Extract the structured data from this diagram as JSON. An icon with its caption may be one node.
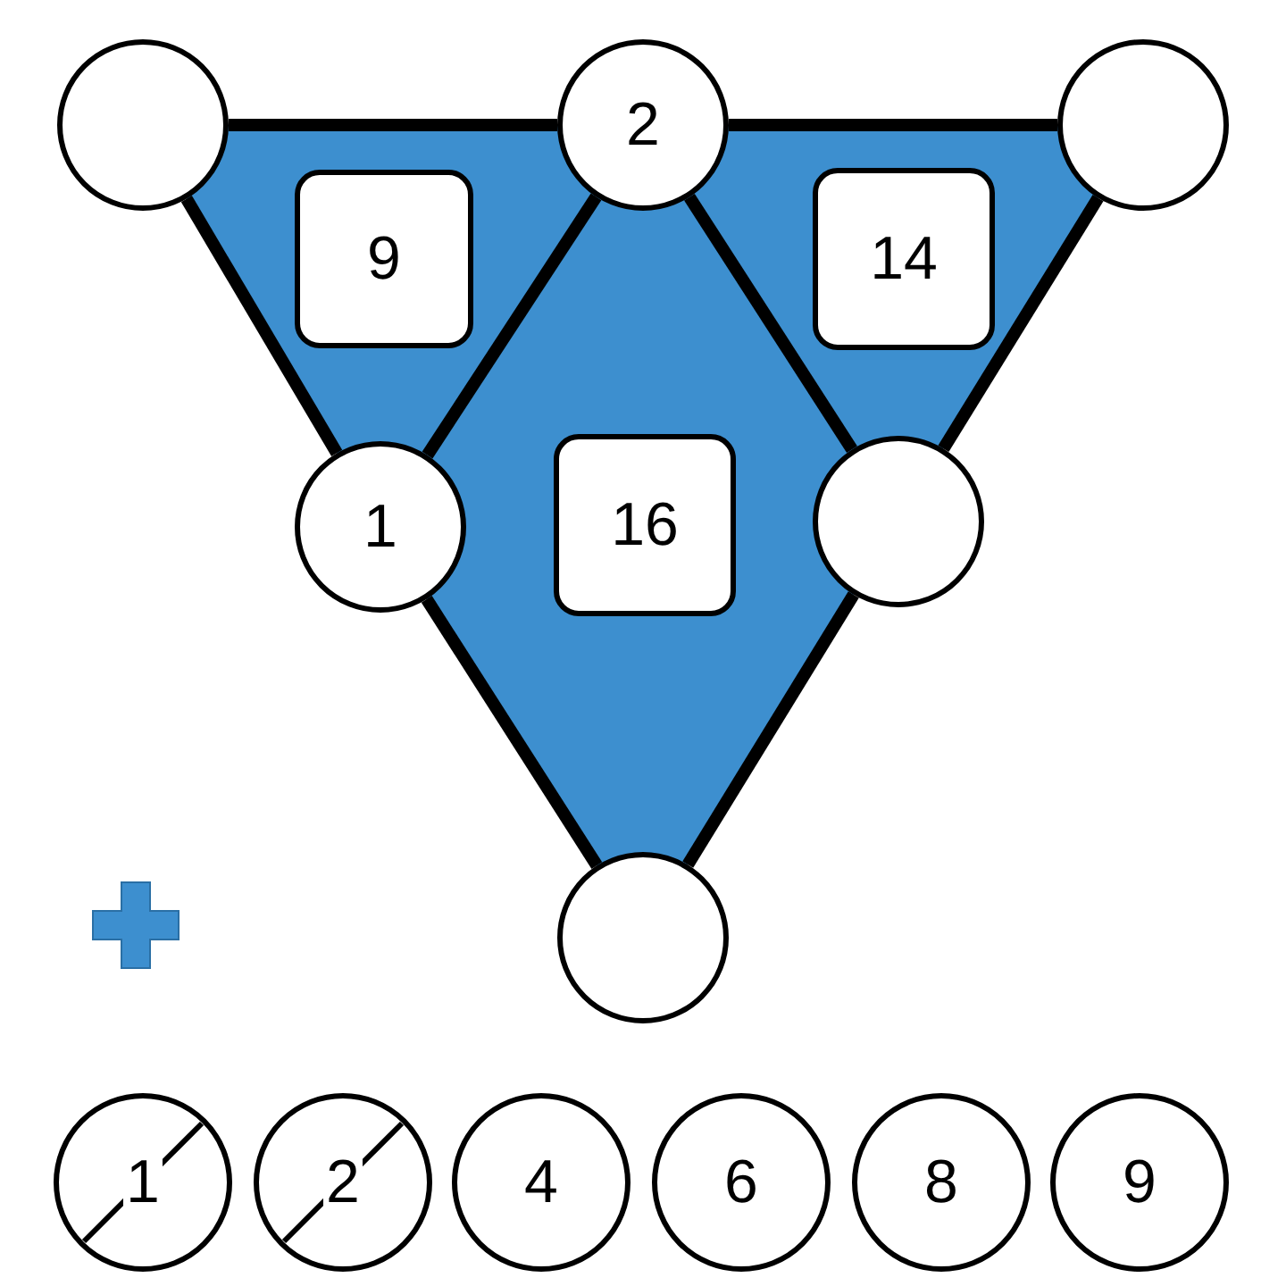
{
  "diagram": {
    "nodes": [
      {
        "text": [],
        "shape": "circle"
      },
      {
        "text": [
          "2"
        ]
      },
      {
        "text": [],
        "shape": "circle"
      },
      {
        "text": [
          "9"
        ]
      },
      {
        "text": [
          "14"
        ]
      },
      {
        "text": [
          "1"
        ]
      },
      {
        "text": [
          "16"
        ]
      },
      {
        "text": [],
        "shape": "circle"
      },
      {
        "text": [],
        "shape": "circle"
      },
      {
        "text": [
          "1"
        ]
      },
      {
        "text": [
          "2"
        ]
      },
      {
        "text": [
          "4"
        ]
      },
      {
        "text": [
          "6"
        ]
      },
      {
        "text": [
          "8"
        ]
      },
      {
        "text": [
          "9"
        ]
      }
    ],
    "edges": [
      {
        "from": 0,
        "to": 1,
        "arrow": "none"
      },
      {
        "from": 1,
        "to": 2,
        "arrow": "none"
      },
      {
        "from": 0,
        "to": 5,
        "arrow": "none"
      },
      {
        "from": 1,
        "to": 5,
        "arrow": "none"
      },
      {
        "from": 1,
        "to": 7,
        "arrow": "none"
      },
      {
        "from": 2,
        "to": 7,
        "arrow": "none"
      },
      {
        "from": 5,
        "to": 8,
        "arrow": "none"
      },
      {
        "from": 7,
        "to": 8,
        "arrow": "none"
      }
    ]
  }
}
